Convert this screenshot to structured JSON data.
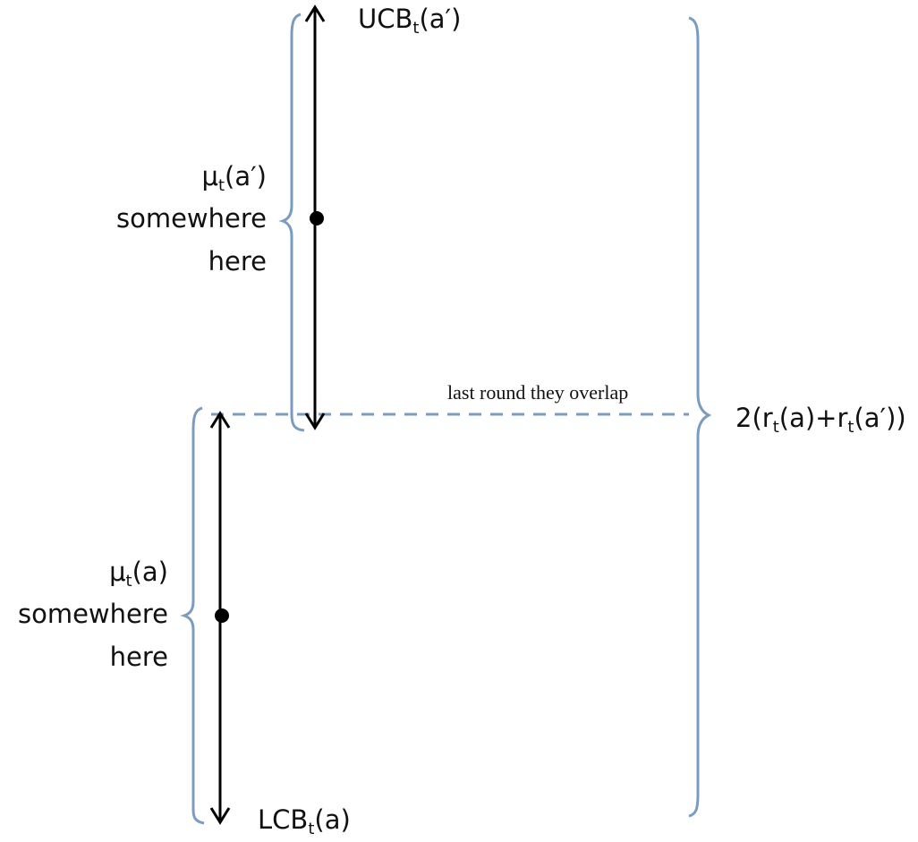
{
  "labels": {
    "ucb_main": "UCB",
    "ucb_sub": "t",
    "ucb_arg": "(a′)",
    "lcb_main": "LCB",
    "lcb_sub": "t",
    "lcb_arg": "(a)",
    "mu_aprime_main": "μ",
    "mu_aprime_sub": "t",
    "mu_aprime_arg": "(a′)",
    "mu_aprime_line2": "somewhere",
    "mu_aprime_line3": "here",
    "mu_a_main": "μ",
    "mu_a_sub": "t",
    "mu_a_arg": "(a)",
    "mu_a_line2": "somewhere",
    "mu_a_line3": "here",
    "width_prefix": "2(r",
    "width_sub1": "t",
    "width_mid": "(a)+r",
    "width_sub2": "t",
    "width_suffix": "(a′))",
    "overlap_label": "last round they overlap"
  },
  "colors": {
    "brace": "#7a9cc0",
    "dashed": "#7a9cc0",
    "axis": "#000000",
    "text": "#111111"
  }
}
